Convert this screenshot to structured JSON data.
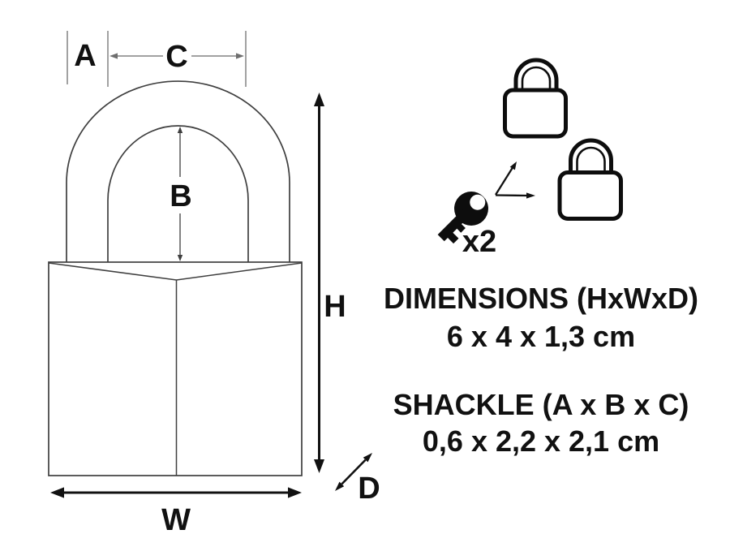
{
  "diagram": {
    "labels": {
      "shackle_thickness": "A",
      "shackle_height": "B",
      "shackle_width": "C",
      "height": "H",
      "width": "W",
      "depth": "D"
    }
  },
  "annotation": {
    "key_count": "x2"
  },
  "specs": {
    "dimensions": {
      "heading": "DIMENSIONS (HxWxD)",
      "value": "6 x 4 x 1,3 cm"
    },
    "shackle": {
      "heading": "SHACKLE (A x B x C)",
      "value": "0,6 x 2,2 x 2,1 cm"
    }
  },
  "colors": {
    "ink": "#111111",
    "drawing_line": "#3f3f3f",
    "dimension_guide": "#828282",
    "background": "#ffffff"
  }
}
